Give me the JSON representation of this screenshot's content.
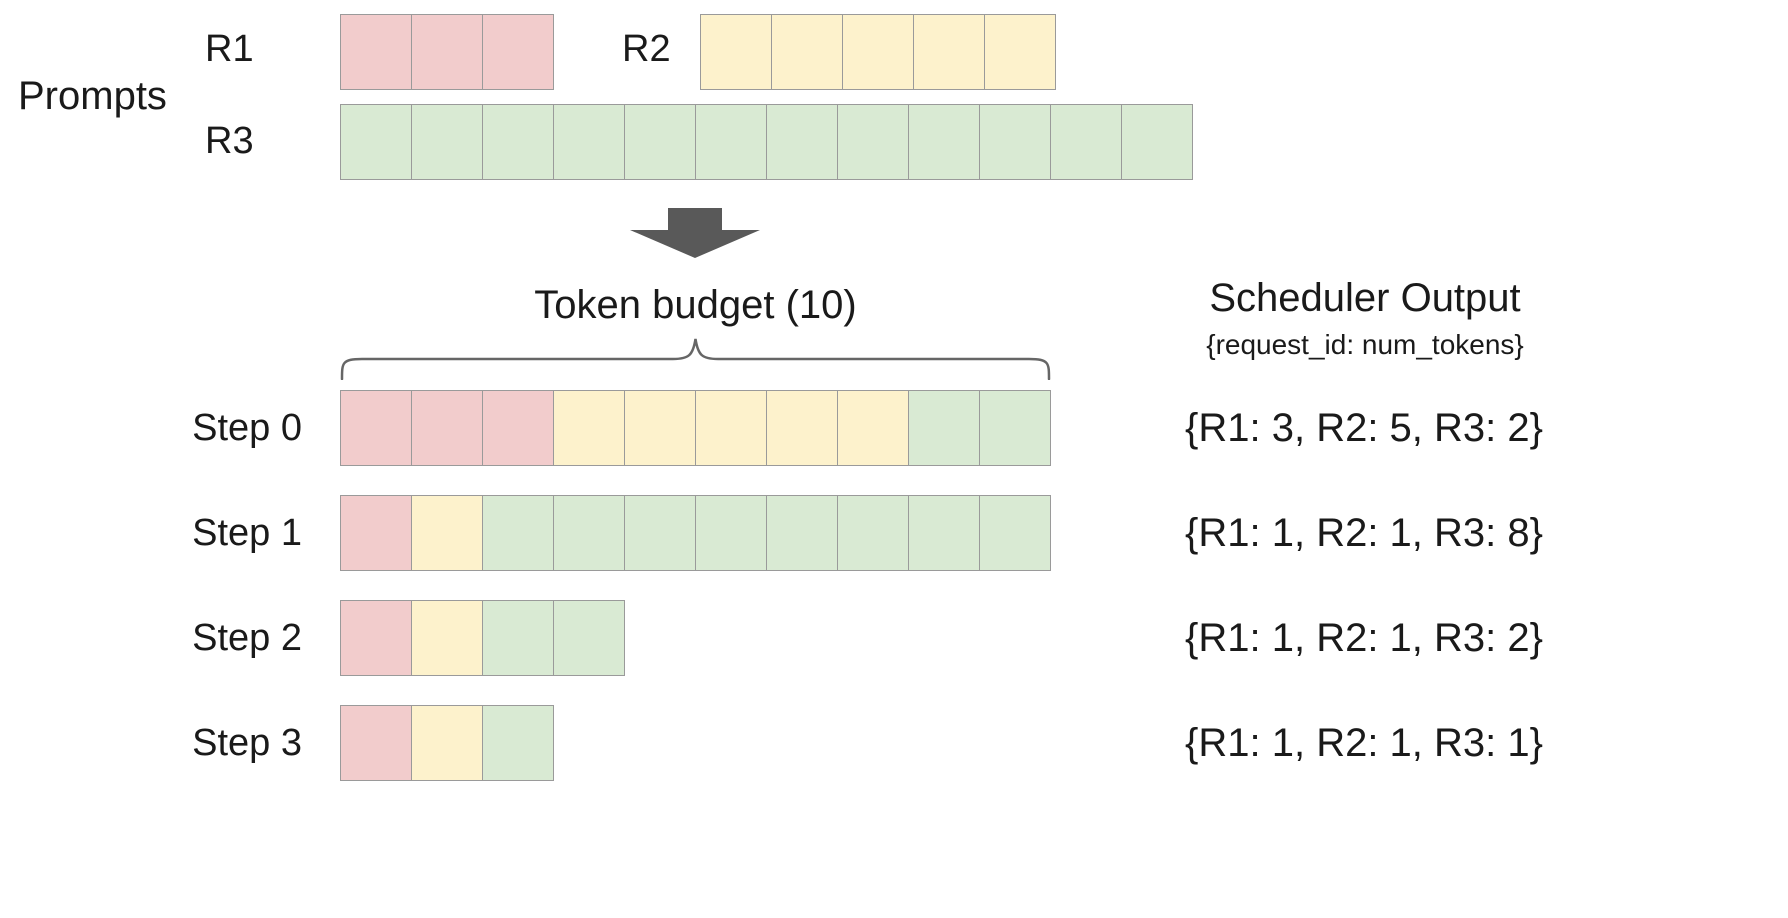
{
  "colors": {
    "r1_fill": "#f2cccc",
    "r2_fill": "#fdf2cc",
    "r3_fill": "#d9ead3",
    "cell_border": "#9a9a9a",
    "arrow": "#595959",
    "brace": "#666666"
  },
  "prompts": {
    "label": "Prompts",
    "rows": [
      {
        "id": "R1",
        "color": "r1_fill",
        "num_cells": 3
      },
      {
        "id": "R2",
        "color": "r2_fill",
        "num_cells": 5
      },
      {
        "id": "R3",
        "color": "r3_fill",
        "num_cells": 12
      }
    ]
  },
  "token_budget_label": "Token budget (10)",
  "scheduler": {
    "title": "Scheduler Output",
    "subtitle": "{request_id: num_tokens}"
  },
  "steps": [
    {
      "label": "Step 0",
      "segments": [
        {
          "request": "R1",
          "color": "r1_fill",
          "tokens": 3
        },
        {
          "request": "R2",
          "color": "r2_fill",
          "tokens": 5
        },
        {
          "request": "R3",
          "color": "r3_fill",
          "tokens": 2
        }
      ],
      "output": "{R1: 3, R2: 5, R3: 2}"
    },
    {
      "label": "Step 1",
      "segments": [
        {
          "request": "R1",
          "color": "r1_fill",
          "tokens": 1
        },
        {
          "request": "R2",
          "color": "r2_fill",
          "tokens": 1
        },
        {
          "request": "R3",
          "color": "r3_fill",
          "tokens": 8
        }
      ],
      "output": "{R1: 1, R2: 1, R3: 8}"
    },
    {
      "label": "Step 2",
      "segments": [
        {
          "request": "R1",
          "color": "r1_fill",
          "tokens": 1
        },
        {
          "request": "R2",
          "color": "r2_fill",
          "tokens": 1
        },
        {
          "request": "R3",
          "color": "r3_fill",
          "tokens": 2
        }
      ],
      "output": "{R1: 1, R2: 1, R3: 2}"
    },
    {
      "label": "Step 3",
      "segments": [
        {
          "request": "R1",
          "color": "r1_fill",
          "tokens": 1
        },
        {
          "request": "R2",
          "color": "r2_fill",
          "tokens": 1
        },
        {
          "request": "R3",
          "color": "r3_fill",
          "tokens": 1
        }
      ],
      "output": "{R1: 1, R2: 1, R3: 1}"
    }
  ]
}
